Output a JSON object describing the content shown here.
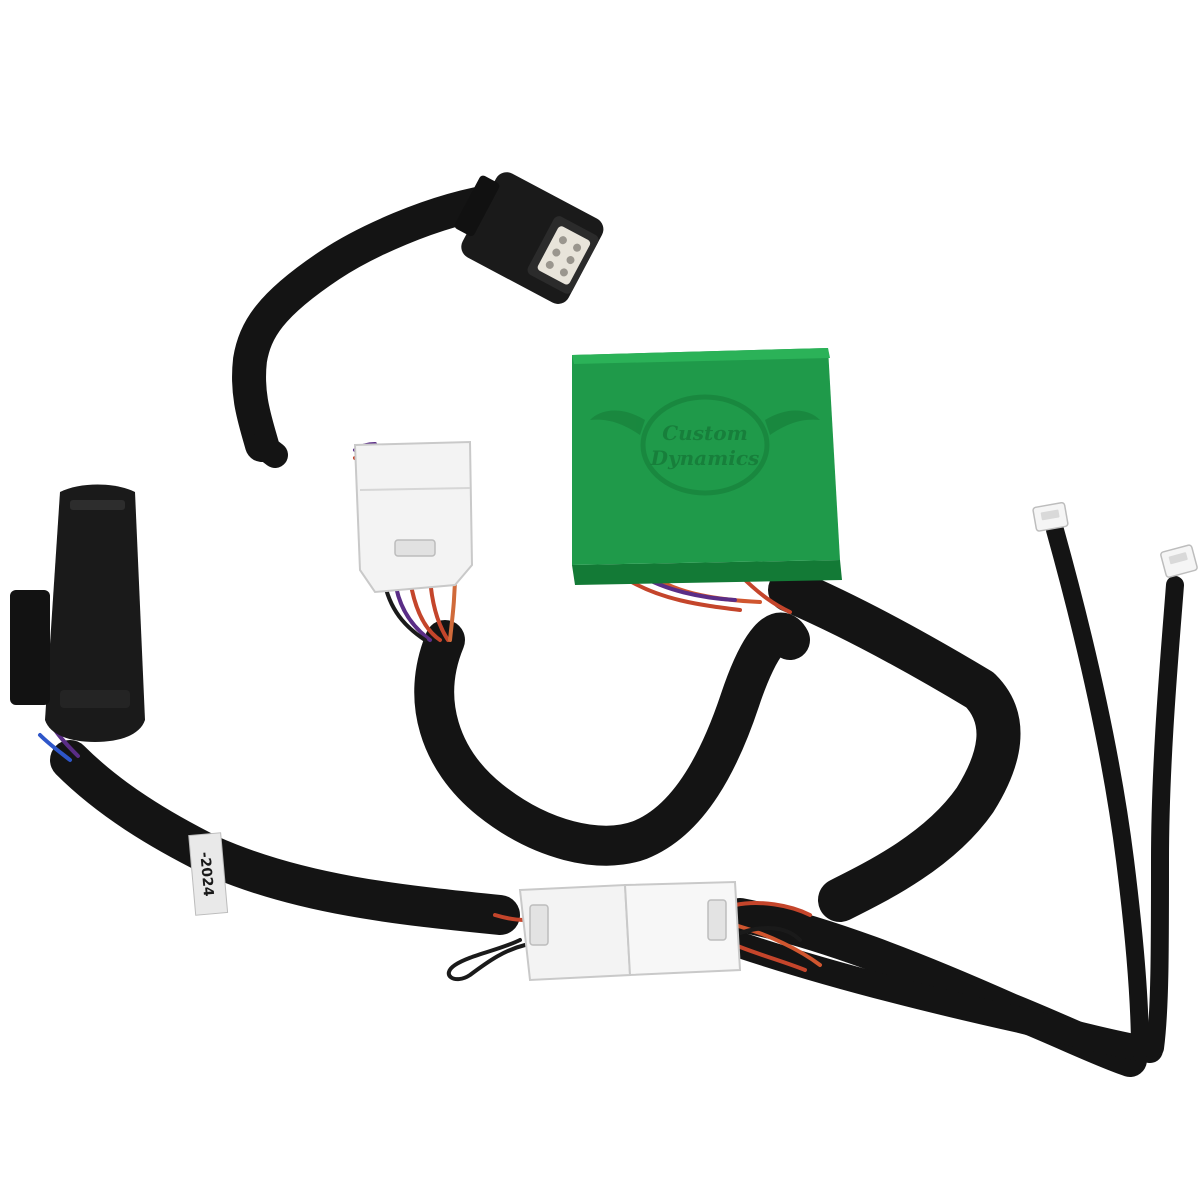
{
  "product_photo": {
    "module": {
      "logo_line1": "Custom",
      "logo_line2": "Dynamics",
      "color": "#1f9a4a"
    },
    "cable_label": {
      "text": "-2024"
    },
    "colors": {
      "cable": "#141414",
      "connector_white": "#f3f3f3",
      "connector_black": "#1a1a1a",
      "wire_red": "#c4452b",
      "wire_purple": "#5a2d86",
      "wire_blue": "#2e56c9"
    }
  }
}
